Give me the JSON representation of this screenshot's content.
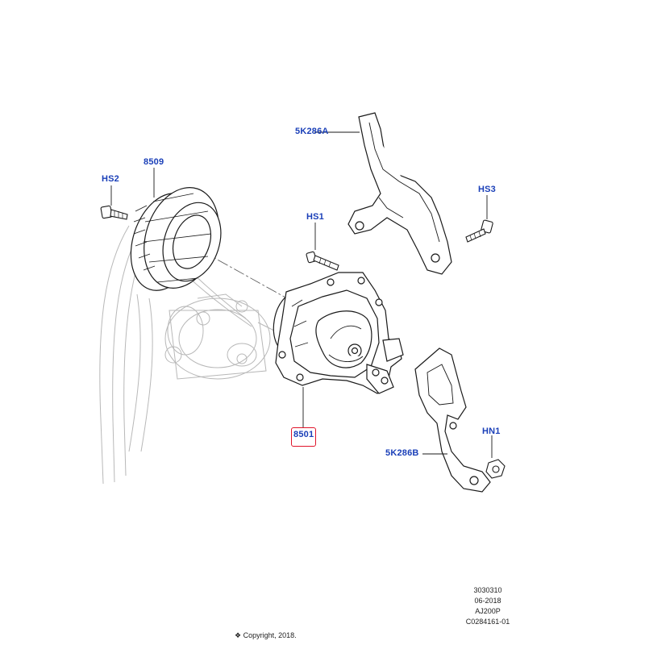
{
  "callouts": {
    "p8509": "8509",
    "hs2": "HS2",
    "hs1": "HS1",
    "hs3": "HS3",
    "p5k286a": "5K286A",
    "p8501": "8501",
    "hn1": "HN1",
    "p5k286b": "5K286B"
  },
  "meta": {
    "code": "3030310",
    "date": "06-2018",
    "engine": "AJ200P",
    "ref": "C0284161-01"
  },
  "copyright": "❖ Copyright, 2018.",
  "colors": {
    "callout": "#1a3fb8",
    "selection": "#e0142a",
    "line": "#1a1a1a",
    "ghost": "#b8b8b8"
  }
}
